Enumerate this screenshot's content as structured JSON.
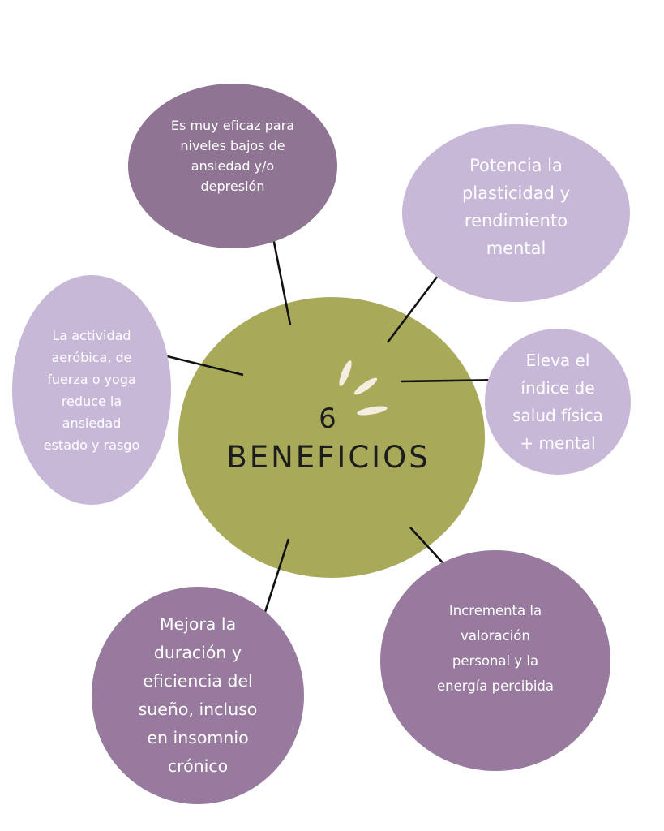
{
  "center": {
    "number": "6",
    "title": "BENEFICIOS"
  },
  "benefits": [
    {
      "id": "top",
      "text": "Es muy eficaz para\nniveles bajos de\nansiedad y/o\ndepresión"
    },
    {
      "id": "right-top",
      "text": "Potencia la\nplasticidad y\nrendimiento\nmental"
    },
    {
      "id": "right-mid",
      "text": "Eleva el\níndice de\nsalud física\n+ mental"
    },
    {
      "id": "left",
      "text": "La actividad\naeróbica, de\nfuerza o yoga\nreduce la\nansiedad\nestado y rasgo"
    },
    {
      "id": "bottom-left",
      "text": "Mejora la\nduración y\neficiencia del\nsueño, incluso\nen insomnio\ncrónico"
    },
    {
      "id": "bottom-right",
      "text": "Incrementa la\nvaloración\npersonal y la\nenergía percibida"
    }
  ],
  "colors": {
    "center": "#a8aa5a",
    "dark_purple": "#977a9e",
    "light_purple": "#c8b8d8",
    "arrow": "#111111",
    "text": "#1d1d1d"
  }
}
